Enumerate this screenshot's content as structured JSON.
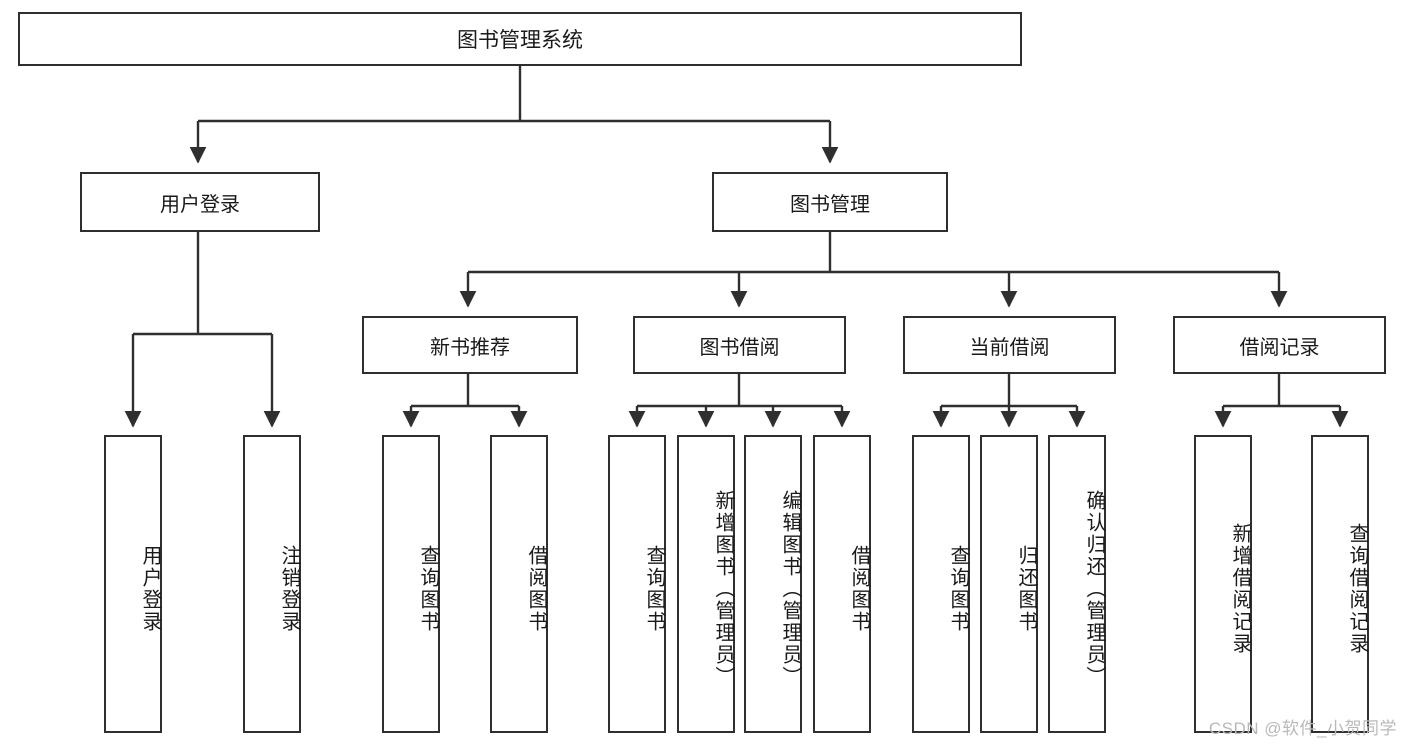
{
  "diagram": {
    "title": "图书管理系统",
    "type": "hierarchy-tree",
    "orientation": "top-down",
    "colors": {
      "stroke": "#2f2f2f",
      "fill": "#ffffff",
      "text": "#1a1a1a",
      "watermark": "#b9b9b9"
    },
    "root": {
      "id": "root",
      "label": "图书管理系统"
    },
    "level2": [
      {
        "id": "user-login",
        "label": "用户登录"
      },
      {
        "id": "book-manage",
        "label": "图书管理"
      }
    ],
    "level3": [
      {
        "id": "new-book-rec",
        "label": "新书推荐",
        "parent": "book-manage"
      },
      {
        "id": "book-borrow",
        "label": "图书借阅",
        "parent": "book-manage"
      },
      {
        "id": "current-borrow",
        "label": "当前借阅",
        "parent": "book-manage"
      },
      {
        "id": "borrow-record",
        "label": "借阅记录",
        "parent": "book-manage"
      }
    ],
    "leaves": [
      {
        "id": "leaf-user-login",
        "label": "用户登录",
        "parent": "user-login"
      },
      {
        "id": "leaf-logout",
        "label": "注销登录",
        "parent": "user-login"
      },
      {
        "id": "leaf-query-book-1",
        "label": "查询图书",
        "parent": "new-book-rec"
      },
      {
        "id": "leaf-borrow-book-1",
        "label": "借阅图书",
        "parent": "new-book-rec"
      },
      {
        "id": "leaf-query-book-2",
        "label": "查询图书",
        "parent": "book-borrow"
      },
      {
        "id": "leaf-add-book",
        "label": "新增图书（管理员）",
        "parent": "book-borrow"
      },
      {
        "id": "leaf-edit-book",
        "label": "编辑图书（管理员）",
        "parent": "book-borrow"
      },
      {
        "id": "leaf-borrow-book-2",
        "label": "借阅图书",
        "parent": "book-borrow"
      },
      {
        "id": "leaf-query-book-3",
        "label": "查询图书",
        "parent": "current-borrow"
      },
      {
        "id": "leaf-return-book",
        "label": "归还图书",
        "parent": "current-borrow"
      },
      {
        "id": "leaf-confirm-return",
        "label": "确认归还（管理员）",
        "parent": "current-borrow"
      },
      {
        "id": "leaf-add-record",
        "label": "新增借阅记录",
        "parent": "borrow-record"
      },
      {
        "id": "leaf-query-record",
        "label": "查询借阅记录",
        "parent": "borrow-record"
      }
    ],
    "watermark": "CSDN @软件_小贺同学"
  }
}
